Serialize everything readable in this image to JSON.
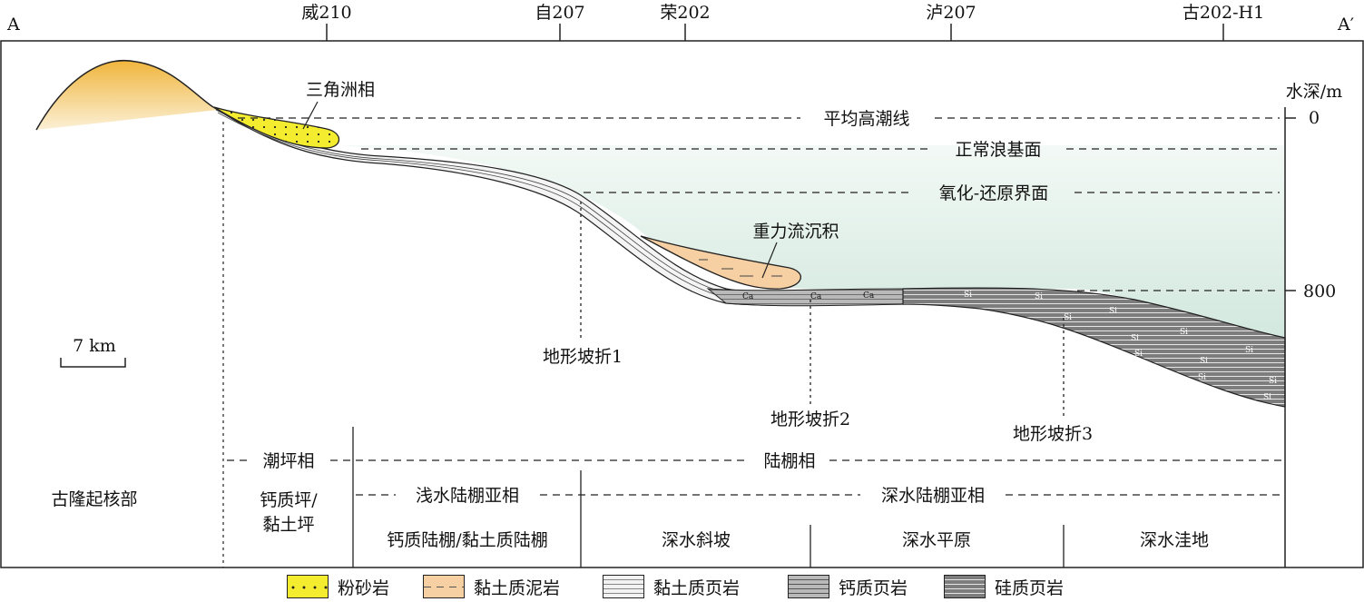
{
  "section": {
    "left_end": "A",
    "right_end": "A′",
    "wells": [
      "威210",
      "自207",
      "荣202",
      "泸207",
      "古202-H1"
    ]
  },
  "depth_axis": {
    "title": "水深/m",
    "ticks": [
      "0",
      "800"
    ]
  },
  "levels": {
    "mean_high_tide": "平均高潮线",
    "fair_weather_wave_base": "正常浪基面",
    "redox_interface": "氧化-还原界面"
  },
  "deposits": {
    "delta": "三角洲相",
    "gravity_flow": "重力流沉积"
  },
  "slope_breaks": [
    "地形坡折1",
    "地形坡折2",
    "地形坡折3"
  ],
  "lith_marks": {
    "calcareous": "Ca",
    "siliceous": "Si"
  },
  "scale_bar": "7 km",
  "facies": {
    "core": "古隆起核部",
    "tidal_flat": "潮坪相",
    "tidal_flat_sub": "钙质坪/\n黏土坪",
    "tidal_flat_sub_l1": "钙质坪/",
    "tidal_flat_sub_l2": "黏土坪",
    "shelf": "陆棚相",
    "shallow_shelf": "浅水陆棚亚相",
    "deep_shelf": "深水陆棚亚相",
    "shallow_micro": "钙质陆棚/黏土质陆棚",
    "deep_slope": "深水斜坡",
    "deep_plain": "深水平原",
    "deep_depression": "深水洼地"
  },
  "legend": [
    {
      "key": "siltstone",
      "label": "粉砂岩"
    },
    {
      "key": "clay_mudstone",
      "label": "黏土质泥岩"
    },
    {
      "key": "clay_shale",
      "label": "黏土质页岩"
    },
    {
      "key": "calc_shale",
      "label": "钙质页岩"
    },
    {
      "key": "sili_shale",
      "label": "硅质页岩"
    }
  ],
  "colors": {
    "water": "#dcece4",
    "uplift": "#f2c15a",
    "siltstone": "#f4ec2e",
    "clay_mudstone": "#f6cfa3",
    "clay_shale": "#f2f2f2",
    "calc_shale": "#b9b9b9",
    "sili_shale": "#7d7d7d"
  }
}
